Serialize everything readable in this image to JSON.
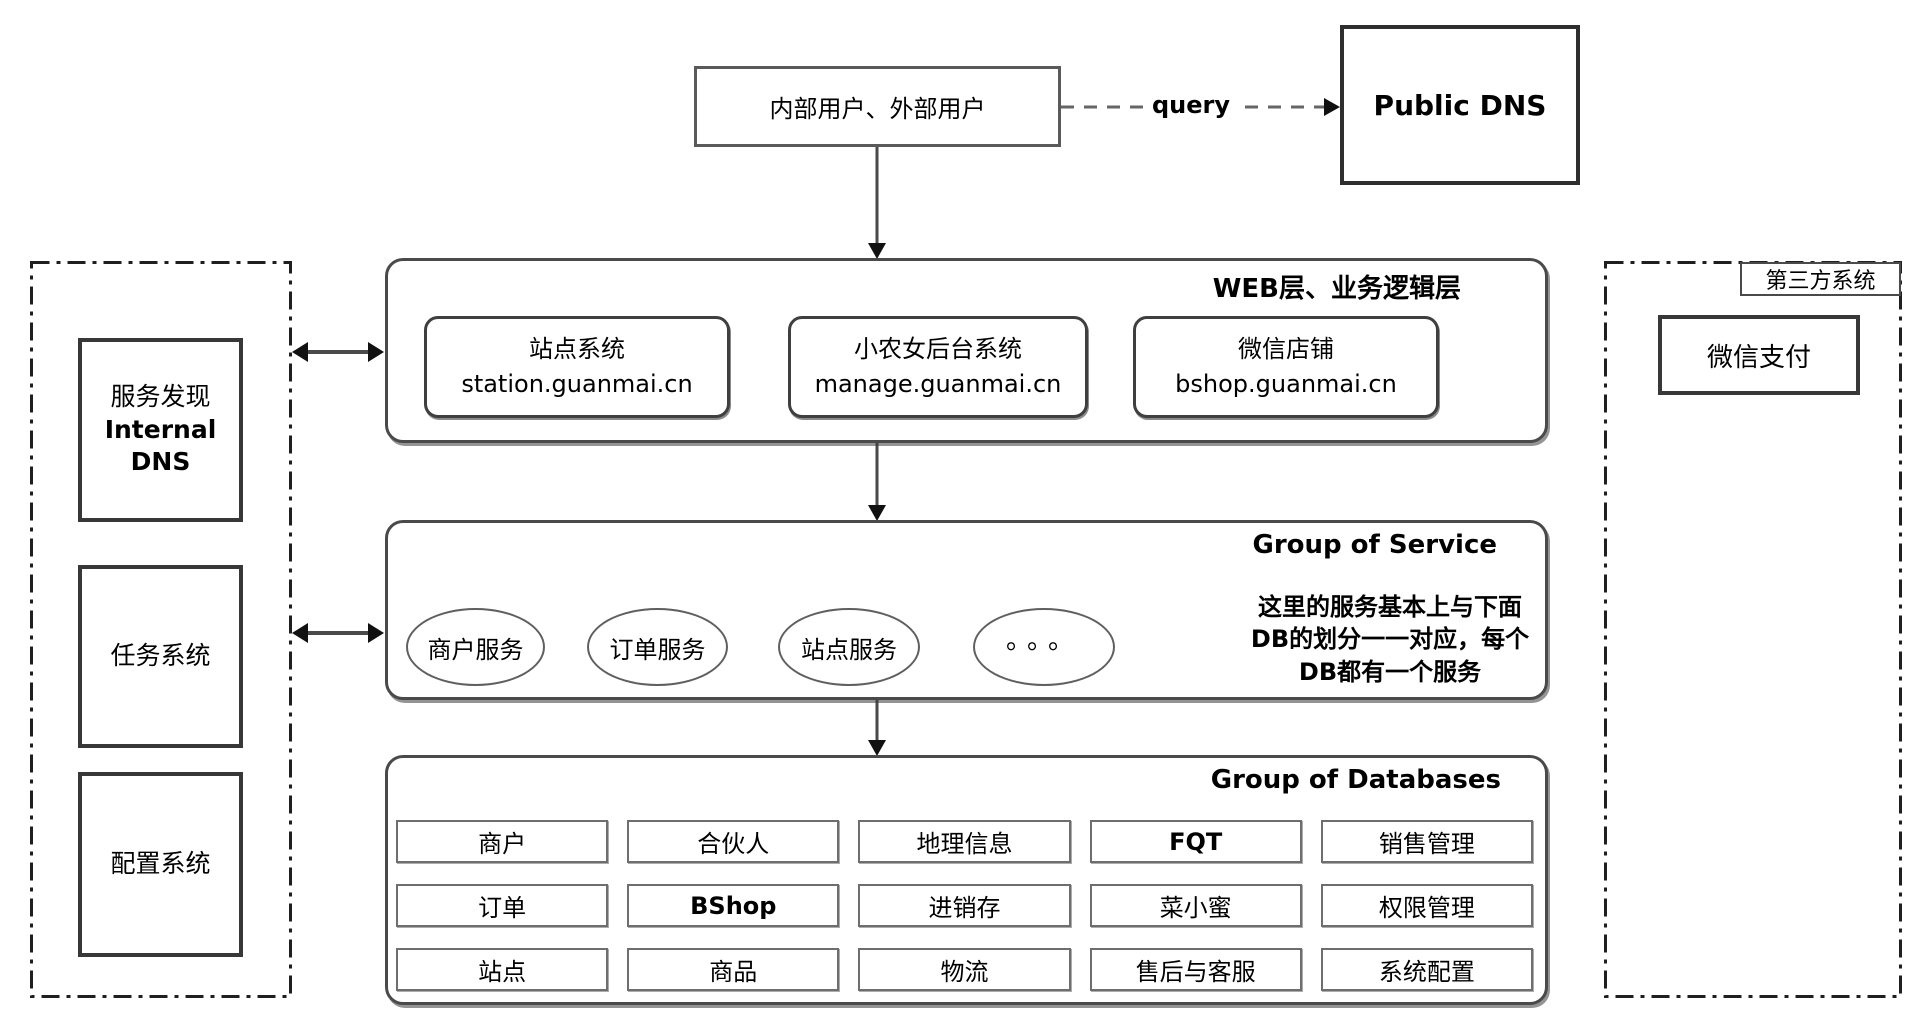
{
  "colors": {
    "ink": "#1a1a1a",
    "border_dark": "#2e2e2e",
    "border_mid": "#4a4a4a",
    "border_light": "#6e6e6e",
    "background": "#ffffff"
  },
  "top": {
    "users_box": {
      "label": "内部用户、外部用户"
    },
    "query_label": "query",
    "public_dns": {
      "label": "Public DNS"
    }
  },
  "left_panel": {
    "items": [
      {
        "label_cn": "服务发现",
        "label_en": "Internal DNS"
      },
      {
        "label_cn": "任务系统"
      },
      {
        "label_cn": "配置系统"
      }
    ]
  },
  "web_layer": {
    "title": "WEB层、业务逻辑层",
    "systems": [
      {
        "name": "站点系统",
        "domain": "station.guanmai.cn"
      },
      {
        "name": "小农女后台系统",
        "domain": "manage.guanmai.cn"
      },
      {
        "name": "微信店铺",
        "domain": "bshop.guanmai.cn"
      }
    ]
  },
  "service_layer": {
    "title": "Group of Service",
    "services": [
      "商户服务",
      "订单服务",
      "站点服务",
      "。。。"
    ],
    "note_lines": [
      "这里的服务基本上与下面",
      "DB的划分一一对应，每个",
      "DB都有一个服务"
    ]
  },
  "database_layer": {
    "title": "Group of Databases",
    "rows": [
      [
        "商户",
        "合伙人",
        "地理信息",
        "FQT",
        "销售管理"
      ],
      [
        "订单",
        "BShop",
        "进销存",
        "菜小蜜",
        "权限管理"
      ],
      [
        "站点",
        "商品",
        "物流",
        "售后与客服",
        "系统配置"
      ]
    ],
    "bold_cells": [
      "FQT",
      "BShop"
    ]
  },
  "third_party": {
    "title": "第三方系统",
    "items": [
      "微信支付"
    ]
  }
}
